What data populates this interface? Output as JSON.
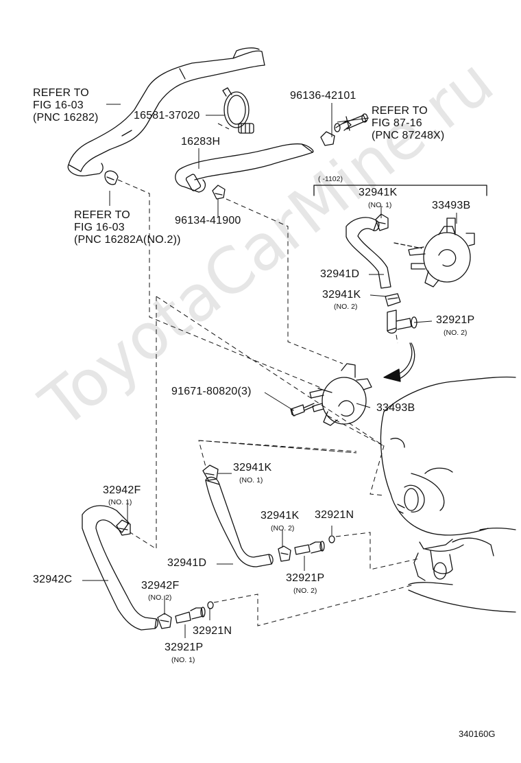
{
  "watermark": "ToyotaCarMine.ru",
  "figure_number": "340160G",
  "labels": {
    "refer_fig_16_03_a": [
      "REFER TO",
      "FIG 16-03",
      "(PNC 16282)"
    ],
    "refer_fig_16_03_b": [
      "REFER TO",
      "FIG 16-03",
      "(PNC 16282A(NO.2))"
    ],
    "refer_fig_87_16": [
      "REFER TO",
      "FIG 87-16",
      "(PNC 87248X)"
    ],
    "p16581": "16581-37020",
    "p96136": "96136-42101",
    "p16283h": "16283H",
    "p96134": "96134-41900",
    "date_range": "(    -1102)",
    "p32941k_a": "32941K",
    "p32941k_a_sub": "(NO. 1)",
    "p33493b_a": "33493B",
    "p32941d_a": "32941D",
    "p32941k_b": "32941K",
    "p32941k_b_sub": "(NO. 2)",
    "p32921p_a": "32921P",
    "p32921p_a_sub": "(NO. 2)",
    "p91671": "91671-80820(3)",
    "p33493b_b": "33493B",
    "p32941k_c": "32941K",
    "p32941k_c_sub": "(NO. 1)",
    "p32942f_a": "32942F",
    "p32942f_a_sub": "(NO. 1)",
    "p32941k_d": "32941K",
    "p32941k_d_sub": "(NO. 2)",
    "p32921n_a": "32921N",
    "p32941d_b": "32941D",
    "p32942c": "32942C",
    "p32942f_b": "32942F",
    "p32942f_b_sub": "(NO. 2)",
    "p32921p_b": "32921P",
    "p32921p_b_sub": "(NO. 2)",
    "p32921n_b": "32921N",
    "p32921p_c": "32921P",
    "p32921p_c_sub": "(NO. 1)"
  }
}
